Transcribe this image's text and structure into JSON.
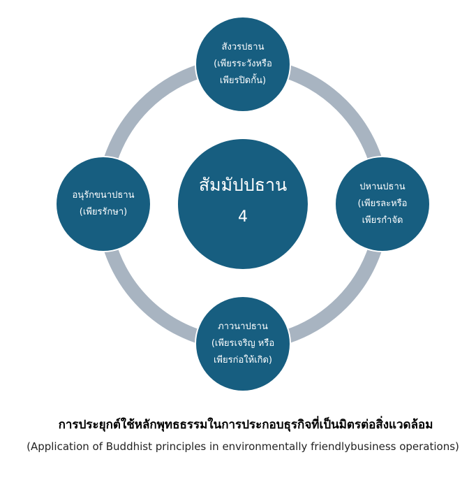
{
  "diagram": {
    "type": "cycle",
    "colors": {
      "node_fill": "#175E80",
      "ring": "#A8B4C1",
      "node_text": "#FFFFFF",
      "background": "#FFFFFF"
    },
    "center": {
      "title": "สัมมัปปธาน",
      "number": "4"
    },
    "nodes": [
      {
        "position": "top",
        "lines": [
          "สังวรปธาน",
          "(เพียรระวังหรือ",
          "เพียรปิดกั้น)"
        ]
      },
      {
        "position": "right",
        "lines": [
          "ปหานปธาน",
          "(เพียรละหรือ",
          "เพียรกำจัด"
        ]
      },
      {
        "position": "bottom",
        "lines": [
          "ภาวนาปธาน",
          "(เพียรเจริญ หรือ",
          "เพียรก่อให้เกิด)"
        ]
      },
      {
        "position": "left",
        "lines": [
          "อนุรักขนาปธาน",
          "(เพียรรักษา)"
        ]
      }
    ]
  },
  "caption": {
    "thai": "การประยุกต์ใช้หลักพุทธธรรมในการประกอบธุรกิจที่เป็นมิตรต่อสิ่งแวดล้อม",
    "english": "(Application of Buddhist principles in environmentally friendlybusiness operations)"
  }
}
